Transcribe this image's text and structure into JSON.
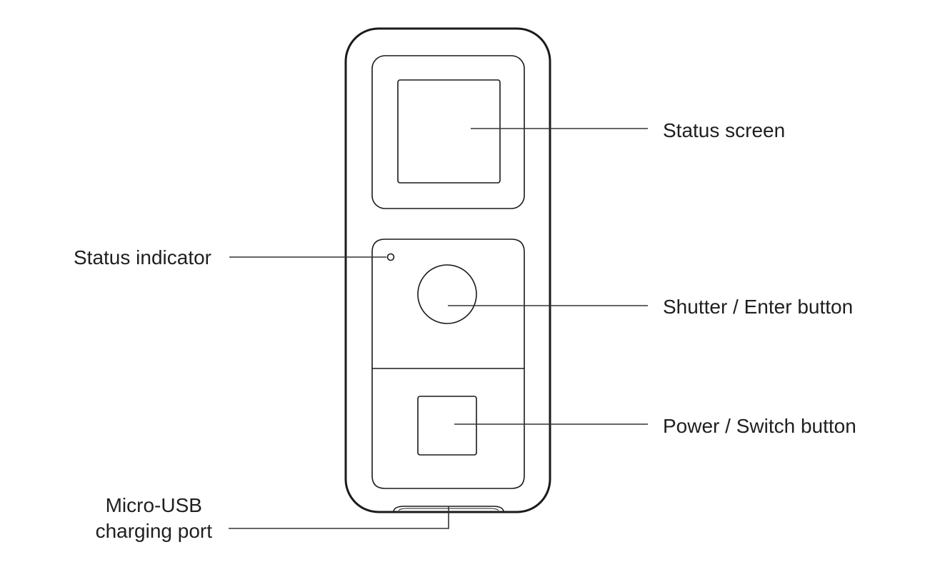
{
  "callouts": {
    "status_screen": "Status screen",
    "status_indicator": "Status indicator",
    "shutter_button": "Shutter / Enter button",
    "power_button": "Power / Switch button",
    "usb_port_line1": "Micro-USB",
    "usb_port_line2": "charging port"
  },
  "colors": {
    "outline": "#1a1a1a",
    "leader_line": "#333333",
    "text": "#1f1f1f"
  }
}
